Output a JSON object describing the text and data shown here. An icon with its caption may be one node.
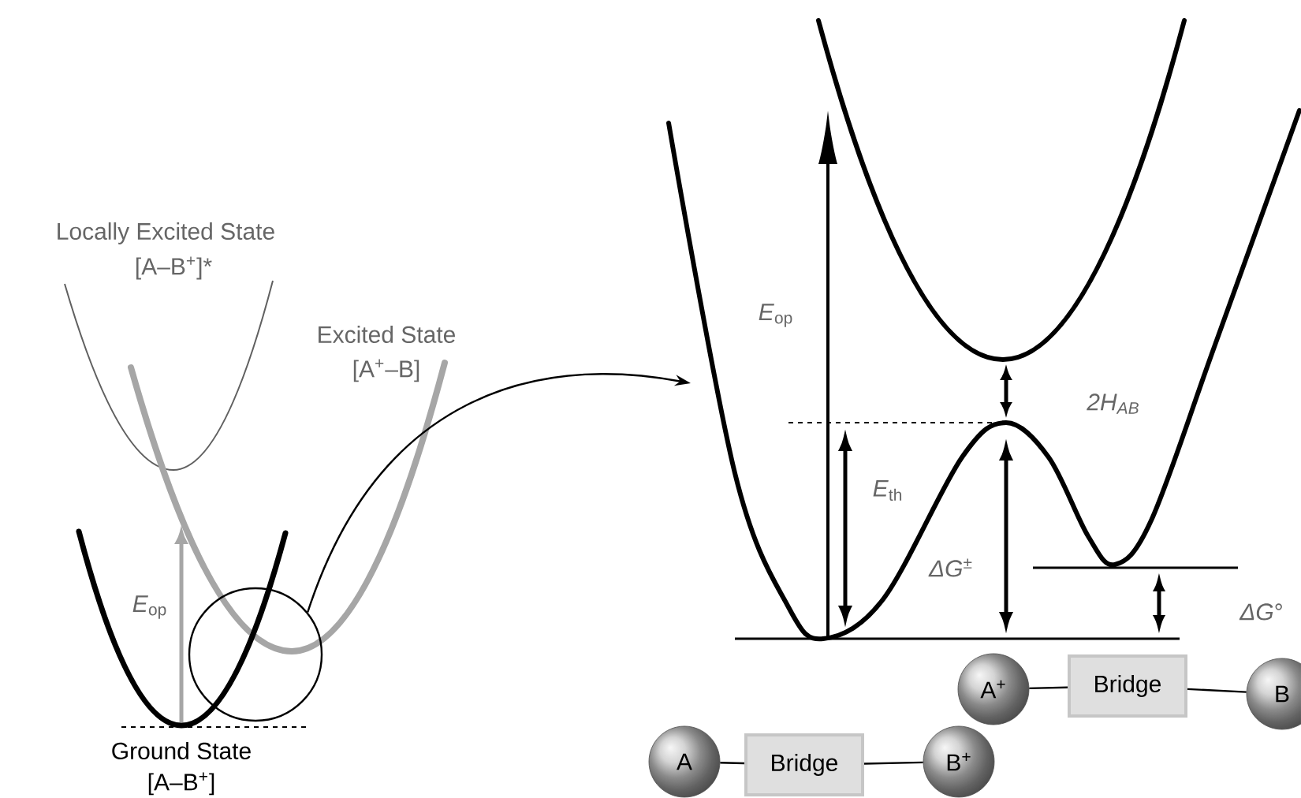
{
  "diagram": {
    "nodes": [
      {
        "text": [
          "A$^{+}$"
        ]
      },
      {
        "text": [
          "Bridge"
        ]
      },
      {
        "text": [
          "B"
        ]
      },
      {
        "text": [
          "A"
        ]
      },
      {
        "text": [
          "Bridge"
        ]
      },
      {
        "text": [
          "B$^{+}$"
        ]
      },
      {
        "text": [],
        "shape": "circle"
      }
    ],
    "edges": [
      {
        "from": 0,
        "to": 1,
        "arrow": "none"
      },
      {
        "from": 1,
        "to": 2,
        "arrow": "none"
      },
      {
        "from": 3,
        "to": 4,
        "arrow": "none"
      },
      {
        "from": 4,
        "to": 5,
        "arrow": "none"
      },
      {
        "from": 6,
        "to": null,
        "arrow": "to"
      }
    ],
    "labels": [
      "Locally Excited State",
      "[A–B$^{+}$]*",
      "Excited State",
      "[A$^{+}$–B]",
      "*E*$_{op}$",
      "2H$_{AB}$",
      "*E*$_{th}$",
      "*ΔG*$^{±}$",
      "*E*$_{op}$",
      "*ΔG*°",
      "Ground State",
      "[A–B$^{+}$]"
    ]
  }
}
